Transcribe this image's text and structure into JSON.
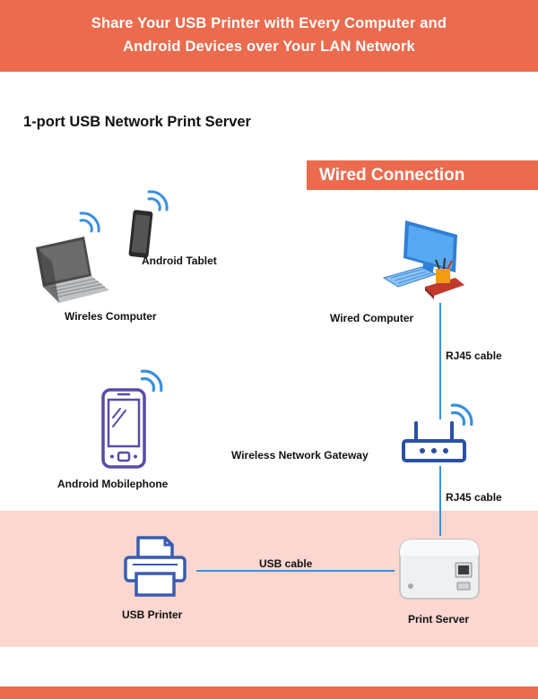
{
  "banner": {
    "line1": "Share Your USB Printer with Every Computer and",
    "line2": "Android Devices over Your LAN Network"
  },
  "title": "1-port USB Network Print Server",
  "wired_tag": "Wired Connection",
  "devices": {
    "android_tablet": "Android Tablet",
    "wireless_computer": "Wireles Computer",
    "android_phone": "Android Mobilephone",
    "wired_computer": "Wired Computer",
    "gateway": "Wireless Network Gateway",
    "usb_printer": "USB Printer",
    "print_server": "Print Server"
  },
  "cables": {
    "rj45_upper": "RJ45 cable",
    "rj45_lower": "RJ45 cable",
    "usb": "USB cable"
  },
  "colors": {
    "accent": "#ec6b4e",
    "pink_zone": "#fbd7cf",
    "cable": "#3b8fe0"
  }
}
